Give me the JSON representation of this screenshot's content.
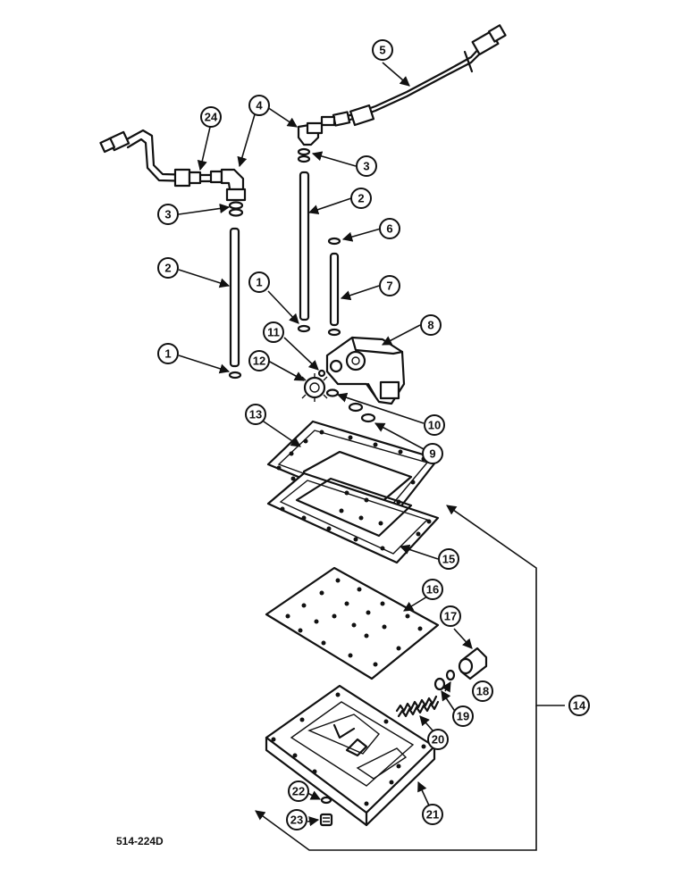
{
  "drawing_ref": "514-224D",
  "callouts": {
    "c1a": "1",
    "c1b": "1",
    "c2a": "2",
    "c2b": "2",
    "c3a": "3",
    "c3b": "3",
    "c4": "4",
    "c5": "5",
    "c6": "6",
    "c7": "7",
    "c8": "8",
    "c9": "9",
    "c10": "10",
    "c11": "11",
    "c12": "12",
    "c13": "13",
    "c14": "14",
    "c15": "15",
    "c16": "16",
    "c17": "17",
    "c18": "18",
    "c19": "19",
    "c20": "20",
    "c21": "21",
    "c22": "22",
    "c23": "23",
    "c24": "24"
  }
}
